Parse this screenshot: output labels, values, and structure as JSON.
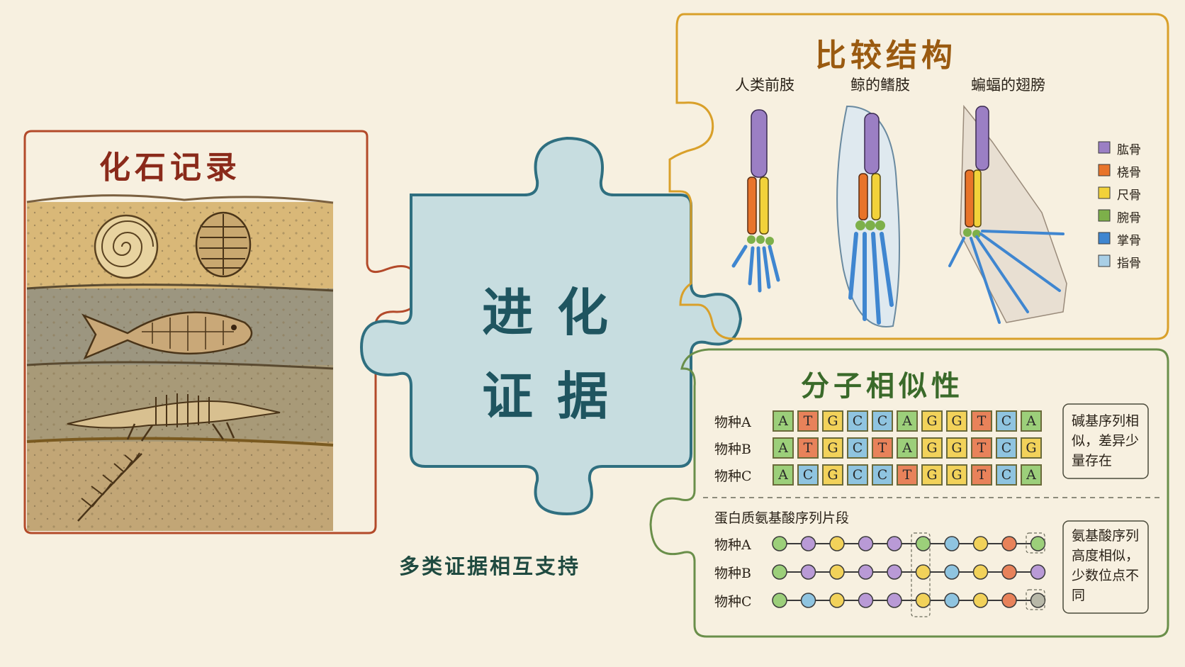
{
  "center": {
    "line1": "进化",
    "line2": "证据"
  },
  "caption": "多类证据相互支持",
  "fossil": {
    "title": "化石记录"
  },
  "anatomy": {
    "title": "比较结构",
    "limbs": [
      "人类前肢",
      "鲸的鳍肢",
      "蝙蝠的翅膀"
    ],
    "legend": [
      {
        "label": "肱骨",
        "color": "#9b7fc4"
      },
      {
        "label": "桡骨",
        "color": "#e8742a"
      },
      {
        "label": "尺骨",
        "color": "#f2d23a"
      },
      {
        "label": "腕骨",
        "color": "#7db04a"
      },
      {
        "label": "掌骨",
        "color": "#3f86d0"
      },
      {
        "label": "指骨",
        "color": "#a9cfe6"
      }
    ]
  },
  "molecular": {
    "title": "分子相似性",
    "dna": [
      {
        "name": "物种A",
        "bases": [
          "A",
          "T",
          "G",
          "C",
          "C",
          "A",
          "G",
          "G",
          "T",
          "C",
          "A"
        ]
      },
      {
        "name": "物种B",
        "bases": [
          "A",
          "T",
          "G",
          "C",
          "T",
          "A",
          "G",
          "G",
          "T",
          "C",
          "G"
        ]
      },
      {
        "name": "物种C",
        "bases": [
          "A",
          "C",
          "G",
          "C",
          "C",
          "T",
          "G",
          "G",
          "T",
          "C",
          "A"
        ]
      }
    ],
    "dna_note": "碱基序列相似，差异少量存在",
    "protein_title": "蛋白质氨基酸序列片段",
    "protein": [
      {
        "name": "物种A",
        "beads": [
          "green",
          "purple",
          "yellow",
          "purple",
          "purple",
          "green",
          "blue",
          "yellow",
          "red",
          "green"
        ]
      },
      {
        "name": "物种B",
        "beads": [
          "green",
          "purple",
          "yellow",
          "purple",
          "purple",
          "yellow",
          "blue",
          "yellow",
          "red",
          "purple"
        ]
      },
      {
        "name": "物种C",
        "beads": [
          "green",
          "blue",
          "yellow",
          "purple",
          "purple",
          "yellow",
          "blue",
          "yellow",
          "red",
          "gray"
        ]
      }
    ],
    "protein_note": "氨基酸序列高度相似，少数位点不同"
  },
  "colors": {
    "fossil_border": "#b34a2a",
    "anatomy_border": "#d9a02a",
    "molecular_border": "#6a8f4a",
    "center_fill": "#c7dde0",
    "center_border": "#2f6f80",
    "base_A": "#9ccf7a",
    "base_T": "#e8825a",
    "base_G": "#f2d25a",
    "base_C": "#8fc4e0"
  }
}
